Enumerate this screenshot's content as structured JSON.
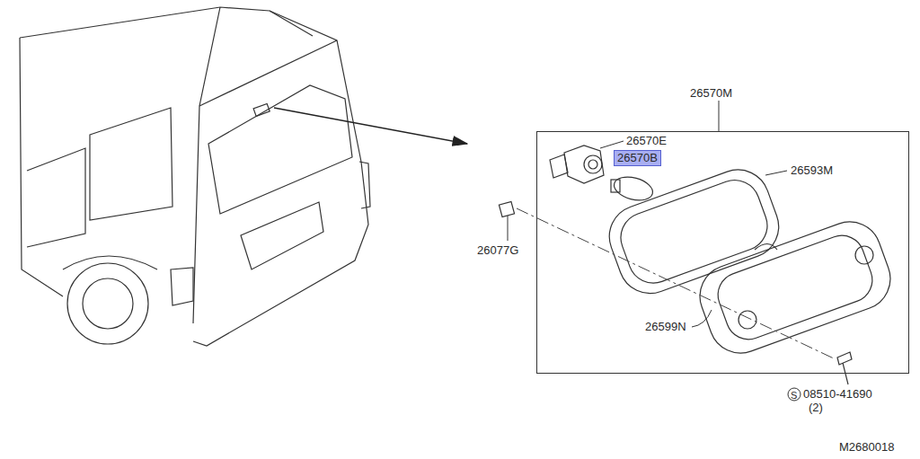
{
  "diagram": {
    "nodes": [
      {
        "text": [
          "26570M"
        ]
      },
      {
        "text": [
          "26570B"
        ],
        "in": 0
      }
    ],
    "labels": [
      "26570E",
      "26593M",
      "26077G",
      "26599N",
      "S",
      "08510-41690",
      "(2)",
      "M2680018"
    ]
  }
}
